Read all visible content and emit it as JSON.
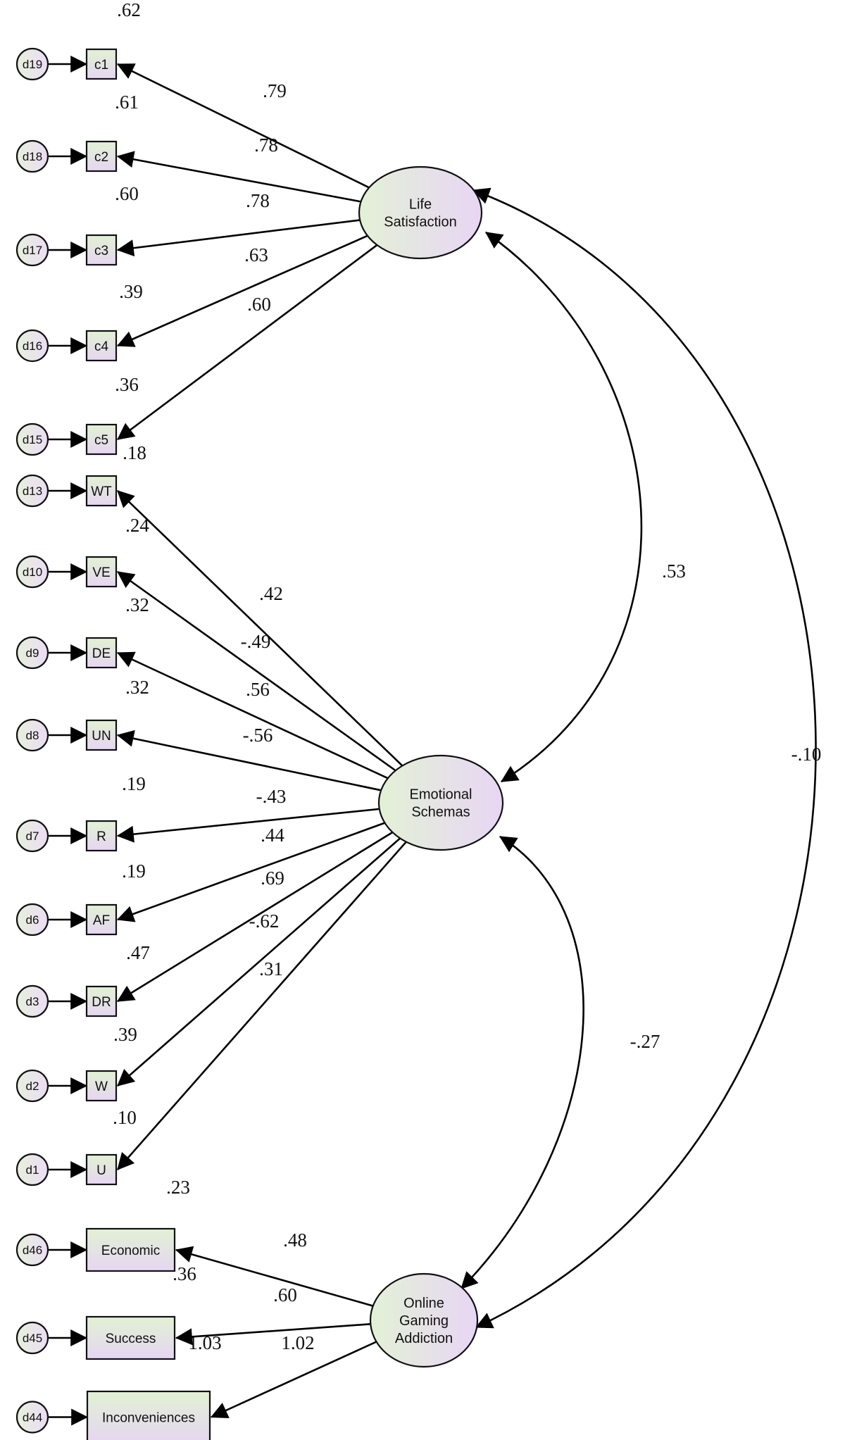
{
  "latents": [
    {
      "id": "ls",
      "lines": [
        "Life",
        "Satisfaction"
      ]
    },
    {
      "id": "es",
      "lines": [
        "Emotional",
        "Schemas"
      ]
    },
    {
      "id": "oga",
      "lines": [
        "Online",
        "Gaming",
        "Addiction"
      ]
    }
  ],
  "indicators": [
    {
      "id": "c1",
      "label": "c1",
      "error": "d19",
      "r2": ".62",
      "loading": ".79",
      "factor": "ls"
    },
    {
      "id": "c2",
      "label": "c2",
      "error": "d18",
      "r2": ".61",
      "loading": ".78",
      "factor": "ls"
    },
    {
      "id": "c3",
      "label": "c3",
      "error": "d17",
      "r2": ".60",
      "loading": ".78",
      "factor": "ls"
    },
    {
      "id": "c4",
      "label": "c4",
      "error": "d16",
      "r2": ".39",
      "loading": ".63",
      "factor": "ls"
    },
    {
      "id": "c5",
      "label": "c5",
      "error": "d15",
      "r2": ".36",
      "loading": ".60",
      "factor": "ls"
    },
    {
      "id": "WT",
      "label": "WT",
      "error": "d13",
      "r2": ".18",
      "loading": ".42",
      "factor": "es"
    },
    {
      "id": "VE",
      "label": "VE",
      "error": "d10",
      "r2": ".24",
      "loading": "-.49",
      "factor": "es"
    },
    {
      "id": "DE",
      "label": "DE",
      "error": "d9",
      "r2": ".32",
      "loading": ".56",
      "factor": "es"
    },
    {
      "id": "UN",
      "label": "UN",
      "error": "d8",
      "r2": ".32",
      "loading": "-.56",
      "factor": "es"
    },
    {
      "id": "R",
      "label": "R",
      "error": "d7",
      "r2": ".19",
      "loading": "-.43",
      "factor": "es"
    },
    {
      "id": "AF",
      "label": "AF",
      "error": "d6",
      "r2": ".19",
      "loading": ".44",
      "factor": "es"
    },
    {
      "id": "DR",
      "label": "DR",
      "error": "d3",
      "r2": ".47",
      "loading": ".69",
      "factor": "es"
    },
    {
      "id": "W",
      "label": "W",
      "error": "d2",
      "r2": ".39",
      "loading": "-.62",
      "factor": "es"
    },
    {
      "id": "U",
      "label": "U",
      "error": "d1",
      "r2": ".10",
      "loading": ".31",
      "factor": "es"
    },
    {
      "id": "eco",
      "label": "Economic",
      "error": "d46",
      "r2": ".23",
      "loading": ".48",
      "factor": "oga"
    },
    {
      "id": "suc",
      "label": "Success",
      "error": "d45",
      "r2": ".36",
      "loading": ".60",
      "factor": "oga"
    },
    {
      "id": "inc",
      "label": "Inconveniences",
      "error": "d44",
      "r2": "1.03",
      "loading": "1.02",
      "factor": "oga"
    }
  ],
  "covariances": [
    {
      "id": "ls_es",
      "from": "ls",
      "to": "es",
      "value": ".53"
    },
    {
      "id": "es_oga",
      "from": "es",
      "to": "oga",
      "value": "-.27"
    },
    {
      "id": "ls_oga",
      "from": "ls",
      "to": "oga",
      "value": "-.10"
    }
  ],
  "colors": {
    "box_fill_top": "#e2f1d4",
    "box_fill_bottom": "#e6d6f2",
    "ellipse_fill_left": "#e3f1d6",
    "ellipse_fill_right": "#e8d6f4",
    "stroke": "#111111"
  }
}
